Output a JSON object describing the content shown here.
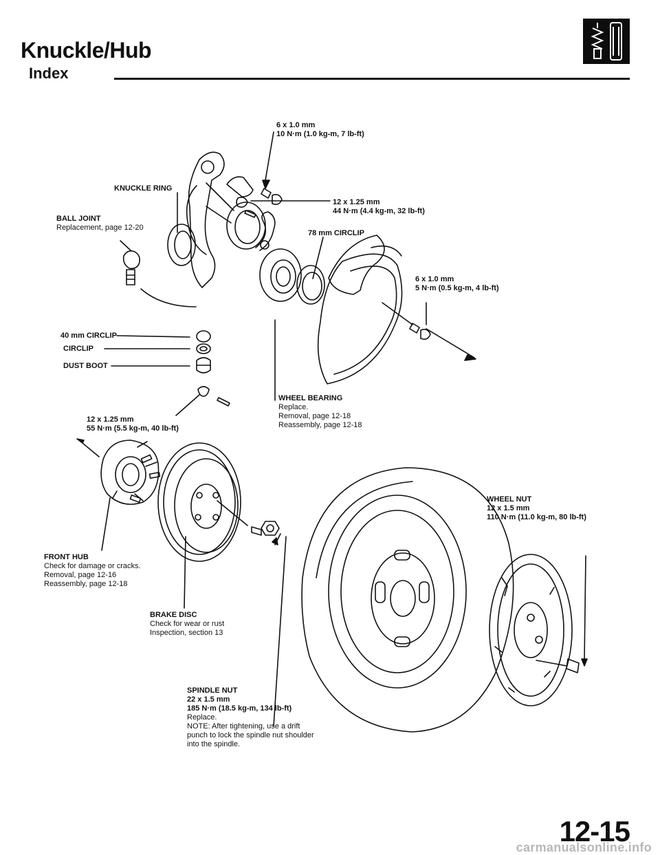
{
  "header": {
    "title": "Knuckle/Hub",
    "subtitle": "Index",
    "section_icon": "suspension-strut-icon"
  },
  "callouts": {
    "top_bolt": {
      "size": "6 x 1.0 mm",
      "torque": "10 N·m (1.0 kg-m, 7 lb-ft)"
    },
    "knuckle_ring": {
      "title": "KNUCKLE RING"
    },
    "knuckle_bolt": {
      "size": "12 x 1.25 mm",
      "torque": "44 N·m (4.4 kg-m, 32 lb-ft)"
    },
    "ball_joint": {
      "title": "BALL JOINT",
      "note": "Replacement, page 12-20"
    },
    "circlip_78": {
      "title": "78 mm CIRCLIP"
    },
    "splash_bolt": {
      "size": "6 x 1.0 mm",
      "torque": "5 N·m (0.5 kg-m, 4 lb-ft)"
    },
    "circlip_40": {
      "title": "40 mm CIRCLIP"
    },
    "circlip": {
      "title": "CIRCLIP"
    },
    "dust_boot": {
      "title": "DUST BOOT"
    },
    "ball_joint_nut": {
      "size": "12 x 1.25 mm",
      "torque": "55 N·m (5.5 kg-m, 40 lb-ft)"
    },
    "wheel_bearing": {
      "title": "WHEEL BEARING",
      "line1": "Replace.",
      "line2": "Removal, page 12-18",
      "line3": "Reassembly, page 12-18"
    },
    "wheel_nut": {
      "title": "WHEEL NUT",
      "size": "12 x 1.5 mm",
      "torque": "110 N·m (11.0 kg-m, 80 lb-ft)"
    },
    "front_hub": {
      "title": "FRONT HUB",
      "line1": "Check for damage or cracks.",
      "line2": "Removal, page 12-16",
      "line3": "Reassembly, page 12-18"
    },
    "brake_disc": {
      "title": "BRAKE DISC",
      "line1": "Check for wear or rust",
      "line2": "Inspection, section 13"
    },
    "spindle_nut": {
      "title": "SPINDLE NUT",
      "size": "22 x 1.5 mm",
      "torque": "185 N·m (18.5 kg-m, 134 lb-ft)",
      "line1": "Replace.",
      "note1": "NOTE:  After tightening, use a drift",
      "note2": "punch to lock the spindle nut shoulder",
      "note3": "into the spindle."
    }
  },
  "footer": {
    "page_number": "12-15",
    "watermark": "carmanualsonline.info"
  }
}
